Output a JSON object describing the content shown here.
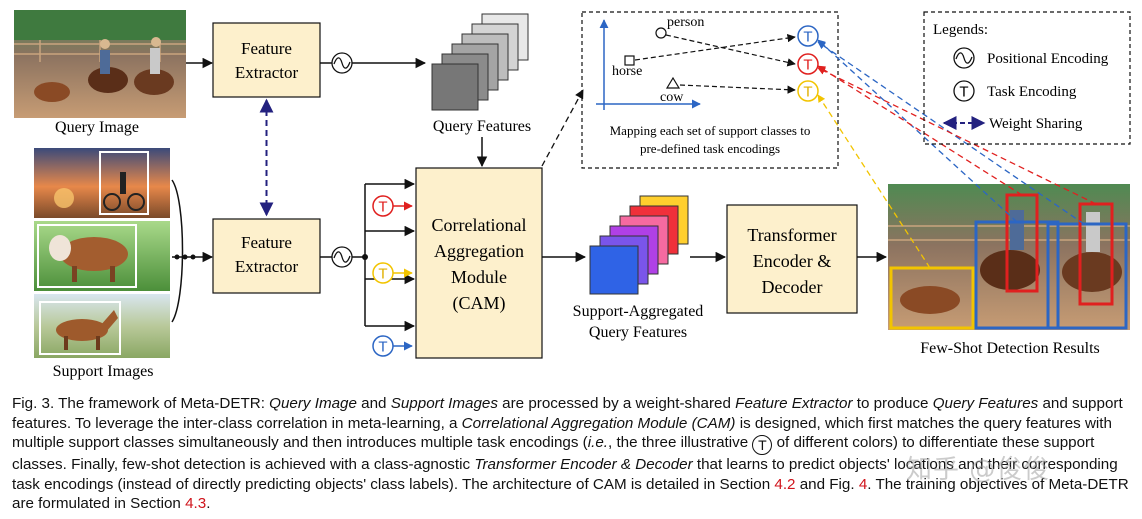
{
  "diagram": {
    "query_image_label": "Query Image",
    "support_images_label": "Support Images",
    "feature_extractor_top": [
      "Feature",
      "Extractor"
    ],
    "feature_extractor_bottom": [
      "Feature",
      "Extractor"
    ],
    "query_features_label": "Query Features",
    "cam_lines": [
      "Correlational",
      "Aggregation",
      "Module",
      "(CAM)"
    ],
    "support_aggregated_lines": [
      "Support-Aggregated",
      "Query Features"
    ],
    "transformer_lines": [
      "Transformer",
      "Encoder &",
      "Decoder"
    ],
    "results_label": "Few-Shot Detection Results",
    "task_symbol": "T",
    "mapping": {
      "classes": [
        "person",
        "horse",
        "cow"
      ],
      "caption_lines": [
        "Mapping each set of support classes to",
        "pre-defined task encodings"
      ]
    },
    "legend": {
      "title": "Legends:",
      "items": [
        "Positional Encoding",
        "Task Encoding",
        "Weight Sharing"
      ]
    },
    "colors": {
      "box_fill": "#fdf0cc",
      "task_red": "#e0201f",
      "task_yellow": "#f2c400",
      "task_blue": "#2c66c4",
      "weight_sharing": "#23217f",
      "feat_yellow": "#ffcf2e",
      "feat_red": "#f0303a",
      "feat_pink": "#f66aa0",
      "feat_violet": "#b040e6",
      "feat_blue": "#2f63e6"
    }
  },
  "caption": {
    "s1": "Fig. 3.  The framework of Meta-DETR: ",
    "i1": "Query Image",
    "s2": " and ",
    "i2": "Support Images",
    "s3": " are processed by a weight-shared ",
    "i3": "Feature Extractor",
    "s4": " to produce ",
    "i4": "Query Features",
    "s5": " and support features. To leverage the inter-class correlation in meta-learning, a ",
    "i5": "Correlational Aggregation Module (CAM)",
    "s6": " is designed, which first matches the query features with multiple support classes simultaneously and then introduces multiple task encodings (",
    "i6": "i.e.",
    "s7": ", the three illustrative ",
    "s8": " of different colors) to differentiate these support classes. Finally, few-shot detection is achieved with a class-agnostic ",
    "i7": "Transformer Encoder & Decoder",
    "s9": " that learns to predict objects' locations and their corresponding task encodings (instead of directly predicting objects' class labels). The architecture of CAM is detailed in Section ",
    "ref1": "4.2",
    "s10": " and Fig. ",
    "ref2": "4",
    "s11": ". The training objectives of Meta-DETR are formulated in Section ",
    "ref3": "4.3",
    "s12": "."
  },
  "watermark": "知乎 @俊俊"
}
